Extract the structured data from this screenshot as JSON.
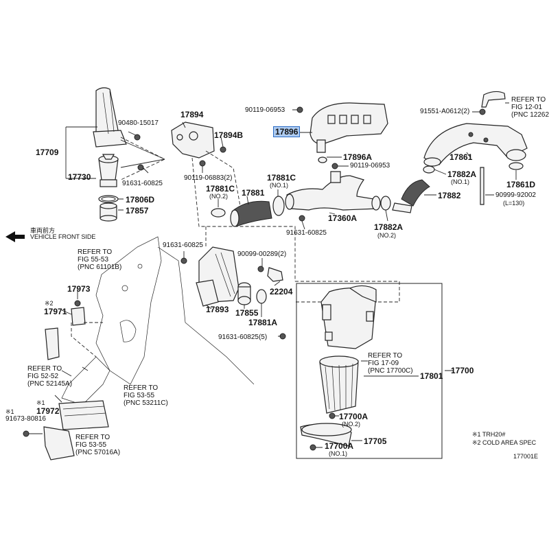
{
  "callouts": [
    {
      "id": "c90480_15017",
      "text": "90480-15017",
      "kind": "pns"
    },
    {
      "id": "c17709",
      "text": "17709",
      "kind": "pn"
    },
    {
      "id": "c17730",
      "text": "17730",
      "kind": "pn"
    },
    {
      "id": "c91631_60825_a",
      "text": "91631-60825",
      "kind": "pns"
    },
    {
      "id": "c17806D",
      "text": "17806D",
      "kind": "pn"
    },
    {
      "id": "c17857",
      "text": "17857",
      "kind": "pn"
    },
    {
      "id": "c17894",
      "text": "17894",
      "kind": "pn"
    },
    {
      "id": "c17894B",
      "text": "17894B",
      "kind": "pn"
    },
    {
      "id": "c90119_06883",
      "text": "90119-06883(2)",
      "kind": "pns"
    },
    {
      "id": "c17881C_a",
      "text": "17881C",
      "kind": "pn"
    },
    {
      "id": "c17881C_a_q",
      "text": "(NO.2)",
      "kind": "note"
    },
    {
      "id": "c17881",
      "text": "17881",
      "kind": "pn"
    },
    {
      "id": "c17881C_b",
      "text": "17881C",
      "kind": "pn"
    },
    {
      "id": "c17881C_b_q",
      "text": "(NO.1)",
      "kind": "note"
    },
    {
      "id": "c90119_06953_a",
      "text": "90119-06953",
      "kind": "pns"
    },
    {
      "id": "c17896",
      "text": "17896",
      "kind": "pn",
      "highlight": true
    },
    {
      "id": "c17896A",
      "text": "17896A",
      "kind": "pn"
    },
    {
      "id": "c90119_06953_b",
      "text": "90119-06953",
      "kind": "pns"
    },
    {
      "id": "c17360A",
      "text": "17360A",
      "kind": "pn"
    },
    {
      "id": "c91631_60825_b",
      "text": "91631-60825",
      "kind": "pns"
    },
    {
      "id": "c17882A_b",
      "text": "17882A",
      "kind": "pn"
    },
    {
      "id": "c17882A_b_q",
      "text": "(NO.2)",
      "kind": "note"
    },
    {
      "id": "c91551",
      "text": "91551-A0612(2)",
      "kind": "pns"
    },
    {
      "id": "c17861",
      "text": "17861",
      "kind": "pn"
    },
    {
      "id": "c17882A_a",
      "text": "17882A",
      "kind": "pn"
    },
    {
      "id": "c17882A_a_q",
      "text": "(NO.1)",
      "kind": "note"
    },
    {
      "id": "c17882",
      "text": "17882",
      "kind": "pn"
    },
    {
      "id": "c17861D",
      "text": "17861D",
      "kind": "pn"
    },
    {
      "id": "c90999",
      "text": "90999-92002",
      "kind": "pns"
    },
    {
      "id": "c90999_q",
      "text": "(L=130)",
      "kind": "note"
    },
    {
      "id": "c91631_60825_c",
      "text": "91631-60825",
      "kind": "pns"
    },
    {
      "id": "c90099",
      "text": "90099-00289(2)",
      "kind": "pns"
    },
    {
      "id": "c22204",
      "text": "22204",
      "kind": "pn"
    },
    {
      "id": "c17893",
      "text": "17893",
      "kind": "pn"
    },
    {
      "id": "c17855",
      "text": "17855",
      "kind": "pn"
    },
    {
      "id": "c17881A",
      "text": "17881A",
      "kind": "pn"
    },
    {
      "id": "c91631_60825_d",
      "text": "91631-60825(5)",
      "kind": "pns"
    },
    {
      "id": "c17973",
      "text": "17973",
      "kind": "pn"
    },
    {
      "id": "c17971_m",
      "text": "※2",
      "kind": "note"
    },
    {
      "id": "c17971",
      "text": "17971",
      "kind": "pn"
    },
    {
      "id": "c17801",
      "text": "17801",
      "kind": "pn"
    },
    {
      "id": "c17700",
      "text": "17700",
      "kind": "pn"
    },
    {
      "id": "c17700A_a",
      "text": "17700A",
      "kind": "pn"
    },
    {
      "id": "c17700A_a_q",
      "text": "(NO.2)",
      "kind": "note"
    },
    {
      "id": "c17705",
      "text": "17705",
      "kind": "pn"
    },
    {
      "id": "c17700A_b",
      "text": "17700A",
      "kind": "pn"
    },
    {
      "id": "c17700A_b_q",
      "text": "(NO.1)",
      "kind": "note"
    },
    {
      "id": "c17972_m",
      "text": "※1",
      "kind": "note"
    },
    {
      "id": "c17972",
      "text": "17972",
      "kind": "pn"
    },
    {
      "id": "c91673_m",
      "text": "※1",
      "kind": "note"
    },
    {
      "id": "c91673",
      "text": "91673-80816",
      "kind": "pns"
    }
  ],
  "refer_blocks": [
    {
      "id": "r_fig12",
      "lines": [
        "REFER TO",
        "FIG 12-01",
        "(PNC 12262)"
      ]
    },
    {
      "id": "r_fig55_53",
      "lines": [
        "REFER TO",
        "FIG 55-53",
        "(PNC 61101B)"
      ]
    },
    {
      "id": "r_fig17",
      "lines": [
        "REFER TO",
        "FIG 17-09",
        "(PNC 17700C)"
      ]
    },
    {
      "id": "r_fig52",
      "lines": [
        "REFER TO",
        "FIG 52-52",
        "(PNC 52145A)"
      ]
    },
    {
      "id": "r_fig53_a",
      "lines": [
        "REFER TO",
        "FIG 53-55",
        "(PNC 53211C)"
      ]
    },
    {
      "id": "r_fig53_b",
      "lines": [
        "REFER TO",
        "FIG 53-55",
        "(PNC 57016A)"
      ]
    }
  ],
  "direction": {
    "jp": "車両前方",
    "en": "VEHICLE FRONT SIDE"
  },
  "notes": [
    "※1 TRH20#",
    "※2 COLD AREA SPEC"
  ],
  "figure_id": "177001E",
  "colors": {
    "highlight": "#aecbf0",
    "line": "#222222"
  }
}
